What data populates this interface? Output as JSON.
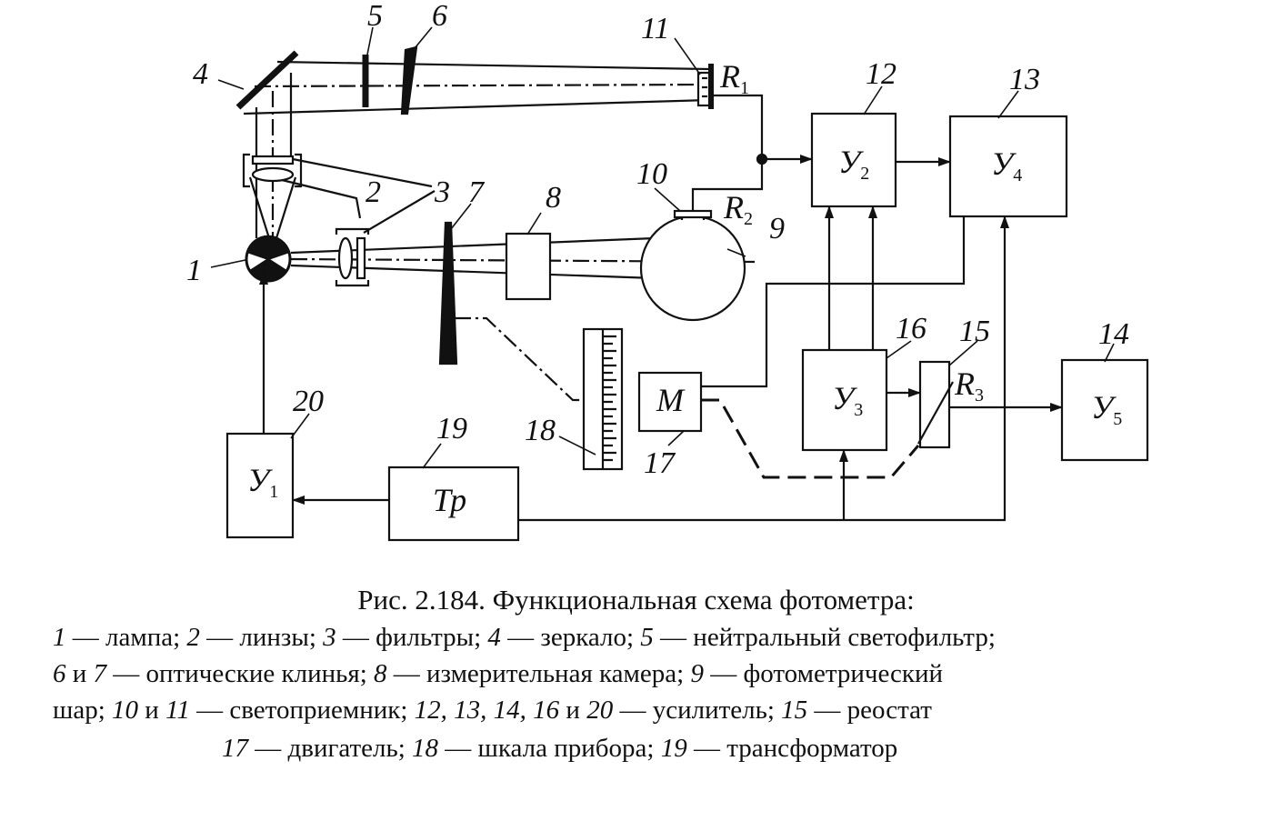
{
  "labels": {
    "n1": "1",
    "n2": "2",
    "n3": "3",
    "n4": "4",
    "n5": "5",
    "n6": "6",
    "n7": "7",
    "n8": "8",
    "n9": "9",
    "n10": "10",
    "n11": "11",
    "n12": "12",
    "n13": "13",
    "n14": "14",
    "n15": "15",
    "n16": "16",
    "n17": "17",
    "n18": "18",
    "n19": "19",
    "n20": "20"
  },
  "resistors": {
    "r1": "R",
    "r1_sub": "1",
    "r2": "R",
    "r2_sub": "2",
    "r3": "R",
    "r3_sub": "3"
  },
  "blocks": {
    "y1": "У",
    "y1_sub": "1",
    "y2": "У",
    "y2_sub": "2",
    "y3": "У",
    "y3_sub": "3",
    "y4": "У",
    "y4_sub": "4",
    "y5": "У",
    "y5_sub": "5",
    "motor": "M",
    "transformer": "Тр"
  },
  "caption": {
    "title": "Рис. 2.184. Функциональная схема фотометра:",
    "legend": [
      {
        "num": "1",
        "text": " — лампа; "
      },
      {
        "num": "2",
        "text": " — линзы; "
      },
      {
        "num": "3",
        "text": " — фильтры; "
      },
      {
        "num": "4",
        "text": " — зеркало; "
      },
      {
        "num": "5",
        "text": " — нейтральный светофильтр;"
      },
      {
        "num": "6",
        "text": " и "
      },
      {
        "num": "7",
        "text": " — оптические клинья; "
      },
      {
        "num": "8",
        "text": " — измерительная камера; "
      },
      {
        "num": "9",
        "text": " — фотометрический"
      },
      {
        "num": "",
        "text": "шар; "
      },
      {
        "num": "10",
        "text": " и "
      },
      {
        "num": "11",
        "text": " — светоприемник; "
      },
      {
        "num": "12, 13, 14, 16",
        "text": " и "
      },
      {
        "num": "20",
        "text": " — усилитель; "
      },
      {
        "num": "15",
        "text": " — реостат"
      },
      {
        "num": "17",
        "text": " — двигатель; "
      },
      {
        "num": "18",
        "text": " — шкала прибора; "
      },
      {
        "num": "19",
        "text": " — трансформатор"
      }
    ]
  }
}
